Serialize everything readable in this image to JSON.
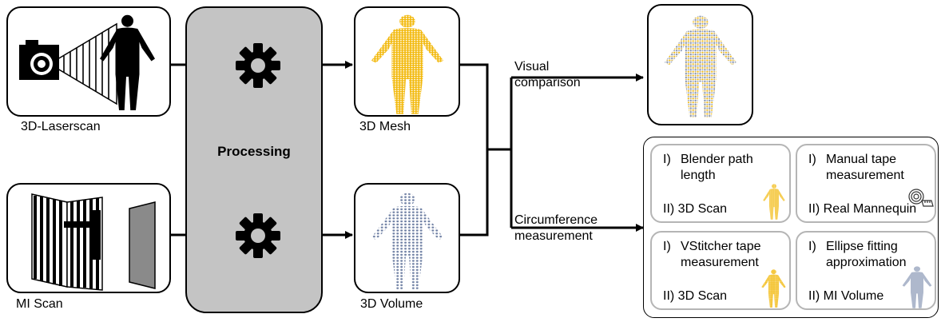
{
  "inputs": {
    "laserscan": "3D-Laserscan",
    "mi_scan": "MI Scan"
  },
  "processing": "Processing",
  "outputs": {
    "mesh": "3D Mesh",
    "volume": "3D Volume"
  },
  "branches": {
    "visual_line1": "Visual",
    "visual_line2": "comparison",
    "circ_line1": "Circumference",
    "circ_line2": "measurement"
  },
  "methods": [
    {
      "num_top": "I)",
      "top": "Blender path\nlength",
      "num_bottom": "II)",
      "bottom": "3D Scan",
      "icon": "mesh-figure-icon"
    },
    {
      "num_top": "I)",
      "top": "Manual tape\nmeasurement",
      "num_bottom": "II)",
      "bottom": "Real Mannequin",
      "icon": "tape-measure-icon"
    },
    {
      "num_top": "I)",
      "top": "VStitcher tape\nmeasurement",
      "num_bottom": "II)",
      "bottom": "3D Scan",
      "icon": "mesh-figure-icon"
    },
    {
      "num_top": "I)",
      "top": "Ellipse fitting\napproximation",
      "num_bottom": "II)",
      "bottom": "MI Volume",
      "icon": "volume-figure-icon"
    }
  ],
  "colors": {
    "mesh": "#f2b705",
    "volume": "#6e7fa3",
    "processing": "#c4c4c4",
    "method_border": "#b5b5b5"
  }
}
